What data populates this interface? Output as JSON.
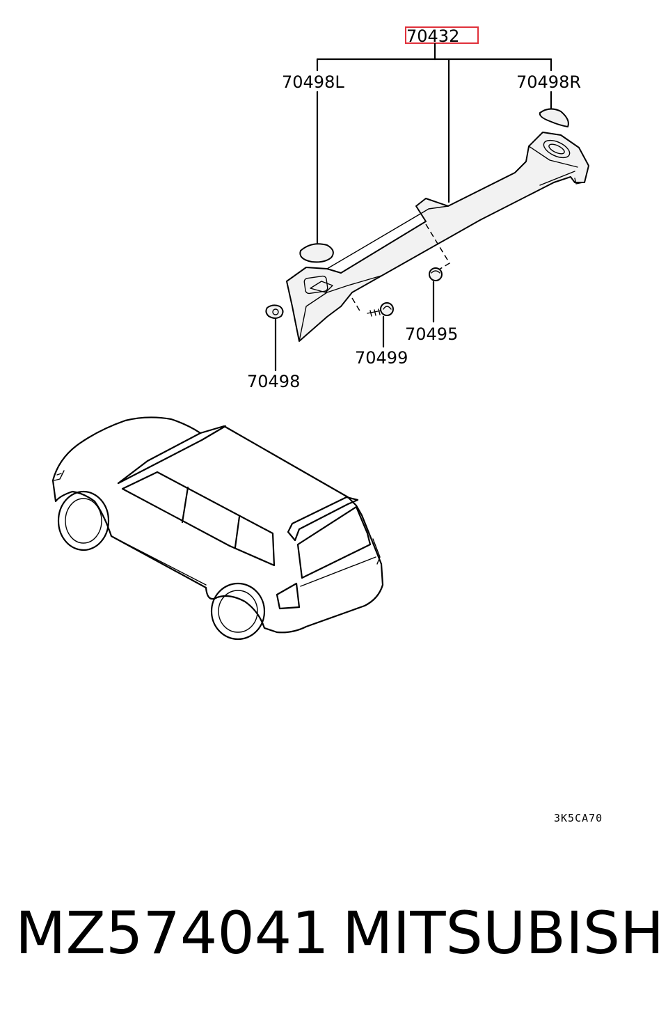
{
  "diagram": {
    "highlighted_part": "70432",
    "callouts": {
      "left_cover": "70498L",
      "right_cover": "70498R",
      "clip": "70498",
      "screw": "70499",
      "fastener": "70495"
    },
    "figure_code": "3K5CA70",
    "highlight_color": "#e0303a"
  },
  "footer": {
    "part_number": "MZ574041",
    "brand": "MITSUBISHI"
  }
}
